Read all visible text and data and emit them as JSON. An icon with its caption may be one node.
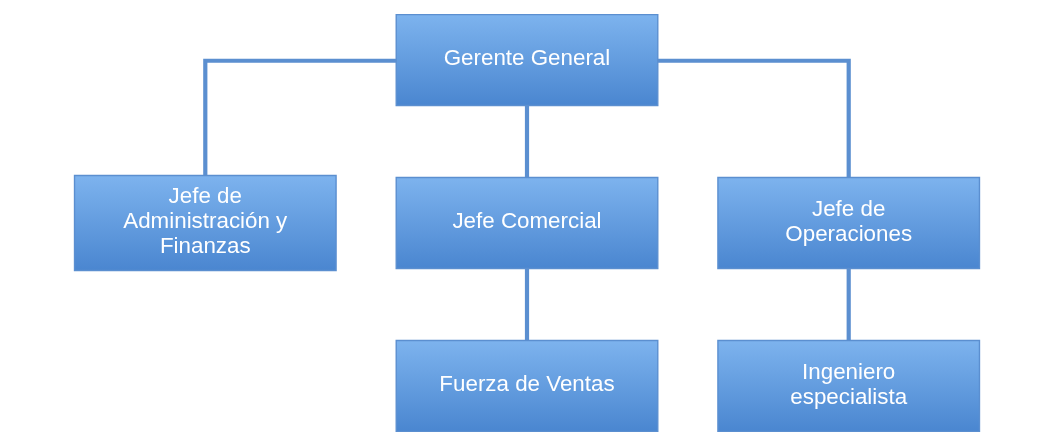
{
  "diagram": {
    "nodes": [
      {
        "text": [
          "Gerente General"
        ]
      },
      {
        "text": [
          "Jefe de Administración y Finanzas"
        ]
      },
      {
        "text": [
          "Jefe Comercial"
        ]
      },
      {
        "text": [
          "Jefe de Operaciones"
        ]
      },
      {
        "text": [
          "Fuerza de Ventas"
        ]
      },
      {
        "text": [
          "Ingeniero especialista"
        ]
      }
    ],
    "edges": [
      {
        "from": 0,
        "to": 1,
        "arrow": "none"
      },
      {
        "from": 0,
        "to": 2,
        "arrow": "none"
      },
      {
        "from": 0,
        "to": 3,
        "arrow": "none"
      },
      {
        "from": 2,
        "to": 4,
        "arrow": "none"
      },
      {
        "from": 3,
        "to": 5,
        "arrow": "none"
      }
    ]
  }
}
